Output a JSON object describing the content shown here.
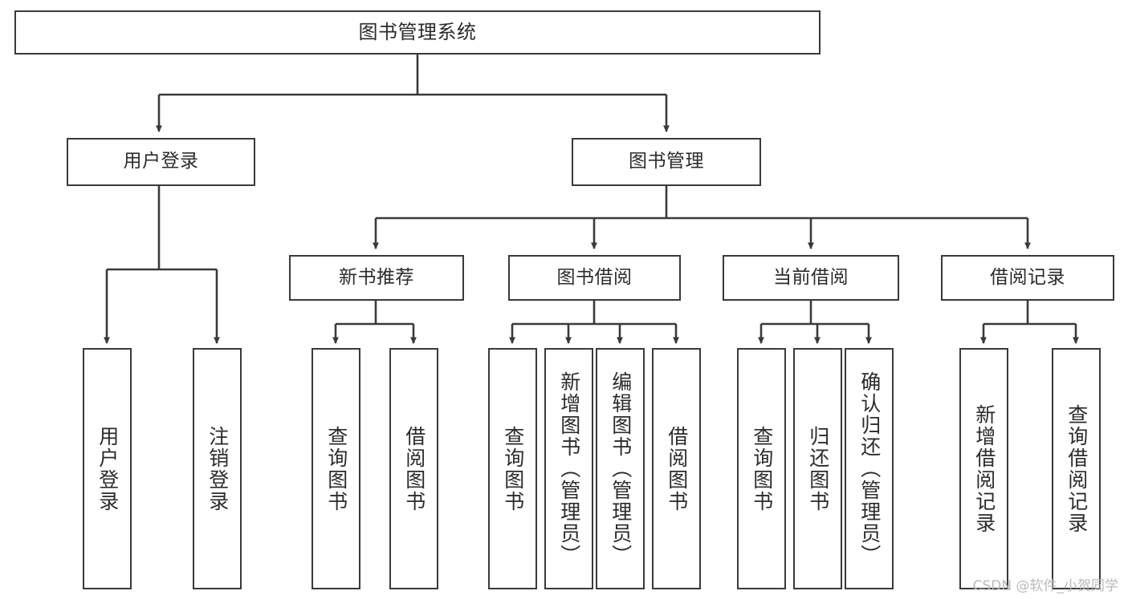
{
  "diagram": {
    "type": "tree-hierarchy-flowchart",
    "title": "图书管理系统",
    "colors": {
      "stroke": "#3a3a3a",
      "fill": "#ffffff",
      "text": "#2b2b2b",
      "watermark": "#b9b9b9"
    },
    "nodes": {
      "root": {
        "label": "图书管理系统"
      },
      "level2": [
        {
          "id": "user-login",
          "label": "用户登录"
        },
        {
          "id": "book-manage",
          "label": "图书管理"
        }
      ],
      "level3": [
        {
          "id": "new-book-recommend",
          "label": "新书推荐"
        },
        {
          "id": "book-borrow",
          "label": "图书借阅"
        },
        {
          "id": "current-borrow",
          "label": "当前借阅"
        },
        {
          "id": "borrow-record",
          "label": "借阅记录"
        }
      ],
      "leaves": [
        {
          "id": "leaf-user-login",
          "label": "用户登录",
          "parent": "user-login"
        },
        {
          "id": "leaf-logout-login",
          "label": "注销登录",
          "parent": "user-login"
        },
        {
          "id": "leaf-query-book-1",
          "label": "查询图书",
          "parent": "new-book-recommend"
        },
        {
          "id": "leaf-borrow-book-1",
          "label": "借阅图书",
          "parent": "new-book-recommend"
        },
        {
          "id": "leaf-query-book-2",
          "label": "查询图书",
          "parent": "book-borrow"
        },
        {
          "id": "leaf-add-book",
          "label": "新增图书（管理员）",
          "parent": "book-borrow"
        },
        {
          "id": "leaf-edit-book",
          "label": "编辑图书（管理员）",
          "parent": "book-borrow"
        },
        {
          "id": "leaf-borrow-book-2",
          "label": "借阅图书",
          "parent": "book-borrow"
        },
        {
          "id": "leaf-query-book-3",
          "label": "查询图书",
          "parent": "current-borrow"
        },
        {
          "id": "leaf-return-book",
          "label": "归还图书",
          "parent": "current-borrow"
        },
        {
          "id": "leaf-confirm-return",
          "label": "确认归还（管理员）",
          "parent": "current-borrow"
        },
        {
          "id": "leaf-add-record",
          "label": "新增借阅记录",
          "parent": "borrow-record"
        },
        {
          "id": "leaf-query-record",
          "label": "查询借阅记录",
          "parent": "borrow-record"
        }
      ]
    },
    "watermark": "CSDN @软件_小贺同学"
  }
}
